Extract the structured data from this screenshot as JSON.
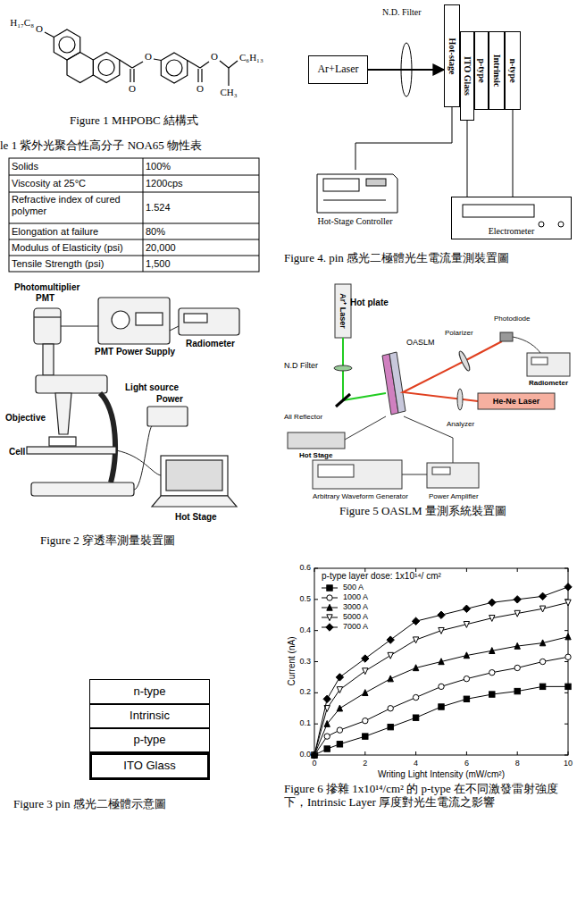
{
  "diagram": {
    "nodes": [
      {
        "text": [
          "n-type"
        ]
      },
      {
        "text": [
          "Intrinsic"
        ]
      },
      {
        "text": [
          "p-type"
        ]
      },
      {
        "text": [
          "ITO Glass"
        ]
      },
      {
        "text": [
          "Ar+Laser"
        ]
      },
      {
        "text": [
          "Hot-stage"
        ]
      },
      {
        "text": [
          "ITO Glass"
        ]
      },
      {
        "text": [
          "p-type"
        ]
      },
      {
        "text": [
          "Intrinsic"
        ]
      },
      {
        "text": [
          "n-type"
        ]
      },
      {
        "text": [
          "Hot-Stage Controller"
        ]
      },
      {
        "text": [
          "Electrometer"
        ]
      }
    ],
    "edges": [
      {
        "from": 4,
        "to": 5,
        "arrow": "to"
      },
      {
        "from": 5,
        "to": 10,
        "arrow": "none"
      },
      {
        "from": 6,
        "to": 11,
        "arrow": "none"
      },
      {
        "from": 9,
        "to": 11,
        "arrow": "none"
      }
    ],
    "labels": [
      "H₁₇C₈",
      "O",
      "O",
      "O",
      "O",
      "O",
      "C₆H₁₃",
      "CH₃",
      "Figure 1 MHPOBC 結構式",
      "le 1 紫外光聚合性高分子 NOA65 物性表",
      "Solids",
      "100%",
      "Viscosity at 25°C",
      "1200cps",
      "Refractive index of cured polymer",
      "1.524",
      "Elongation at failure",
      "80%",
      "Modulus of Elasticity (psi)",
      "20,000",
      "Tensile Strength (psi)",
      "1,500",
      "Photomultiplier",
      "PMT",
      "PMT Power Supply",
      "Radiometer",
      "Light source",
      "Objective",
      "Power",
      "Cell",
      "Hot Stage",
      "Figure 2 穿透率測量裝置圖",
      "Figure 3 pin 感光二極體示意圖",
      "N.D. Filter",
      "Figure 4. pin 感光二極體光生電流量測裝置圖",
      "Ar⁺ Laser",
      "N.D Filter",
      "Hot plate",
      "OASLM",
      "Polarizer",
      "Photodiode",
      "Radiometer",
      "He-Ne Laser",
      "All Reflector",
      "Analyzer",
      "Hot Stage",
      "Arbitrary Waveform Generator",
      "Power Amplifier",
      "Figure 5 OASLM 量測系統裝置圖",
      "p-type layer dose: 1x10¹⁴/ cm²",
      "0.0",
      "0.1",
      "0.2",
      "0.3",
      "0.4",
      "0.5",
      "0.6",
      "0",
      "2",
      "4",
      "6",
      "8",
      "10",
      "Current (nA)",
      "Writing Light Intensity (mW/cm²)",
      "Figure 6 摻雜 1x10¹⁴/cm² 的 p-type 在不同激發雷射強度下，Intrinsic Layer 厚度對光生電流之影響"
    ],
    "legend": [
      {
        "text": "500 A"
      },
      {
        "text": "1000 A"
      },
      {
        "text": "3000 A"
      },
      {
        "text": "5000 A"
      },
      {
        "text": "7000 A"
      }
    ]
  }
}
